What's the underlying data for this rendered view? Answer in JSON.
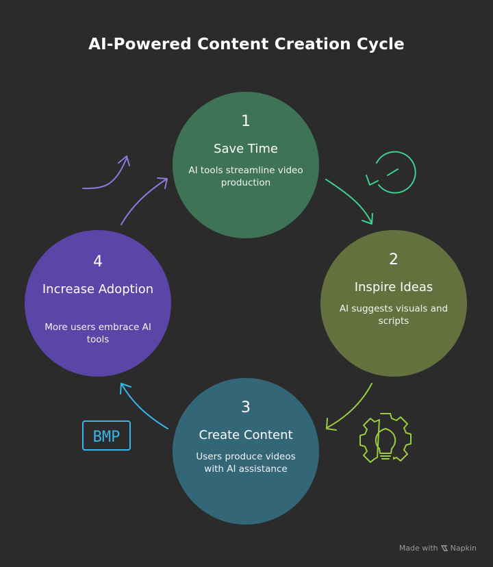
{
  "title": "AI-Powered Content Creation Cycle",
  "nodes": [
    {
      "number": "1",
      "heading": "Save Time",
      "description": "AI tools streamline video production",
      "color": "#3e7355"
    },
    {
      "number": "2",
      "heading": "Inspire Ideas",
      "description": "AI suggests visuals and scripts",
      "color": "#64713f"
    },
    {
      "number": "3",
      "heading": "Create Content",
      "description": "Users produce videos with AI assistance",
      "color": "#336778"
    },
    {
      "number": "4",
      "heading": "Increase Adoption",
      "description": "More users embrace AI tools",
      "color": "#5b45a6"
    }
  ],
  "icons": {
    "node1": "clock-refresh-icon",
    "node2": "gear-lightbulb-icon",
    "node3": "bmp-file-icon",
    "node4": "trend-up-arrow-icon"
  },
  "bmp_label": "BMP",
  "arrow_colors": {
    "to_node2": "#3fcf8e",
    "to_node3": "#9ccc3f",
    "to_node4": "#38b6e8",
    "to_node1": "#8e7ae0"
  },
  "footer": {
    "made_with": "Made with",
    "brand": "Napkin"
  }
}
